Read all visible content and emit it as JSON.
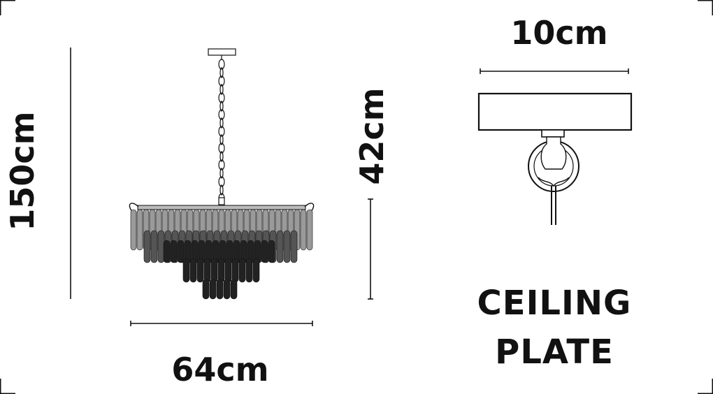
{
  "dimensions": {
    "overall_drop": "150cm",
    "body_height": "42cm",
    "width": "64cm",
    "ceiling_plate_width": "10cm"
  },
  "ceiling_plate": {
    "title_line1": "CEILING",
    "title_line2": "PLATE"
  },
  "colors": {
    "ink": "#111111",
    "crystal_dark": "#222222",
    "crystal_mid": "#555555",
    "crystal_light": "#9a9a9a"
  }
}
